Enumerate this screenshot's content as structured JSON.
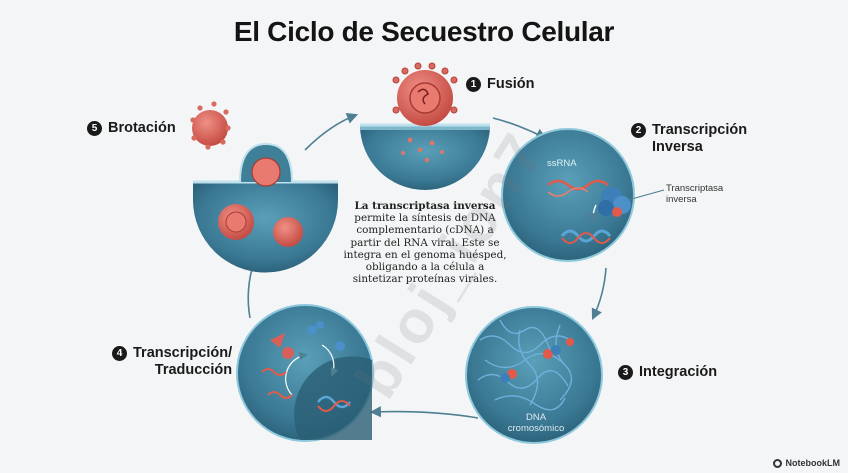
{
  "title": "El Ciclo de Secuestro Celular",
  "steps": [
    {
      "number": "1",
      "label": "Fusión"
    },
    {
      "number": "2",
      "label": "Transcripción\nInversa"
    },
    {
      "number": "3",
      "label": "Integración"
    },
    {
      "number": "4",
      "label": "Transcripción/\nTraducción"
    },
    {
      "number": "5",
      "label": "Brotación"
    }
  ],
  "center_text": {
    "bold": "La transcriptasa inversa",
    "rest": " permite la síntesis de DNA complementario (cDNA) a partir del RNA viral. Este se integra en el genoma huésped, obligando a la célula a sintetizar proteínas virales."
  },
  "annotations": {
    "ssrna": "ssRNA",
    "enzyme": "Transcriptasa\ninversa",
    "dna": "DNA\ncromosómico"
  },
  "watermark": "bloj_ion7",
  "brand": "NotebookLM",
  "colors": {
    "cell_fill": "#3f7f98",
    "cell_dark": "#2a5f76",
    "cell_border": "#8ec8dc",
    "virus": "#d9605a",
    "virus_dark": "#b8403c",
    "arrow": "#4f7f93",
    "dna_blue": "#5aa6d6",
    "dna_red": "#e35a4a"
  }
}
